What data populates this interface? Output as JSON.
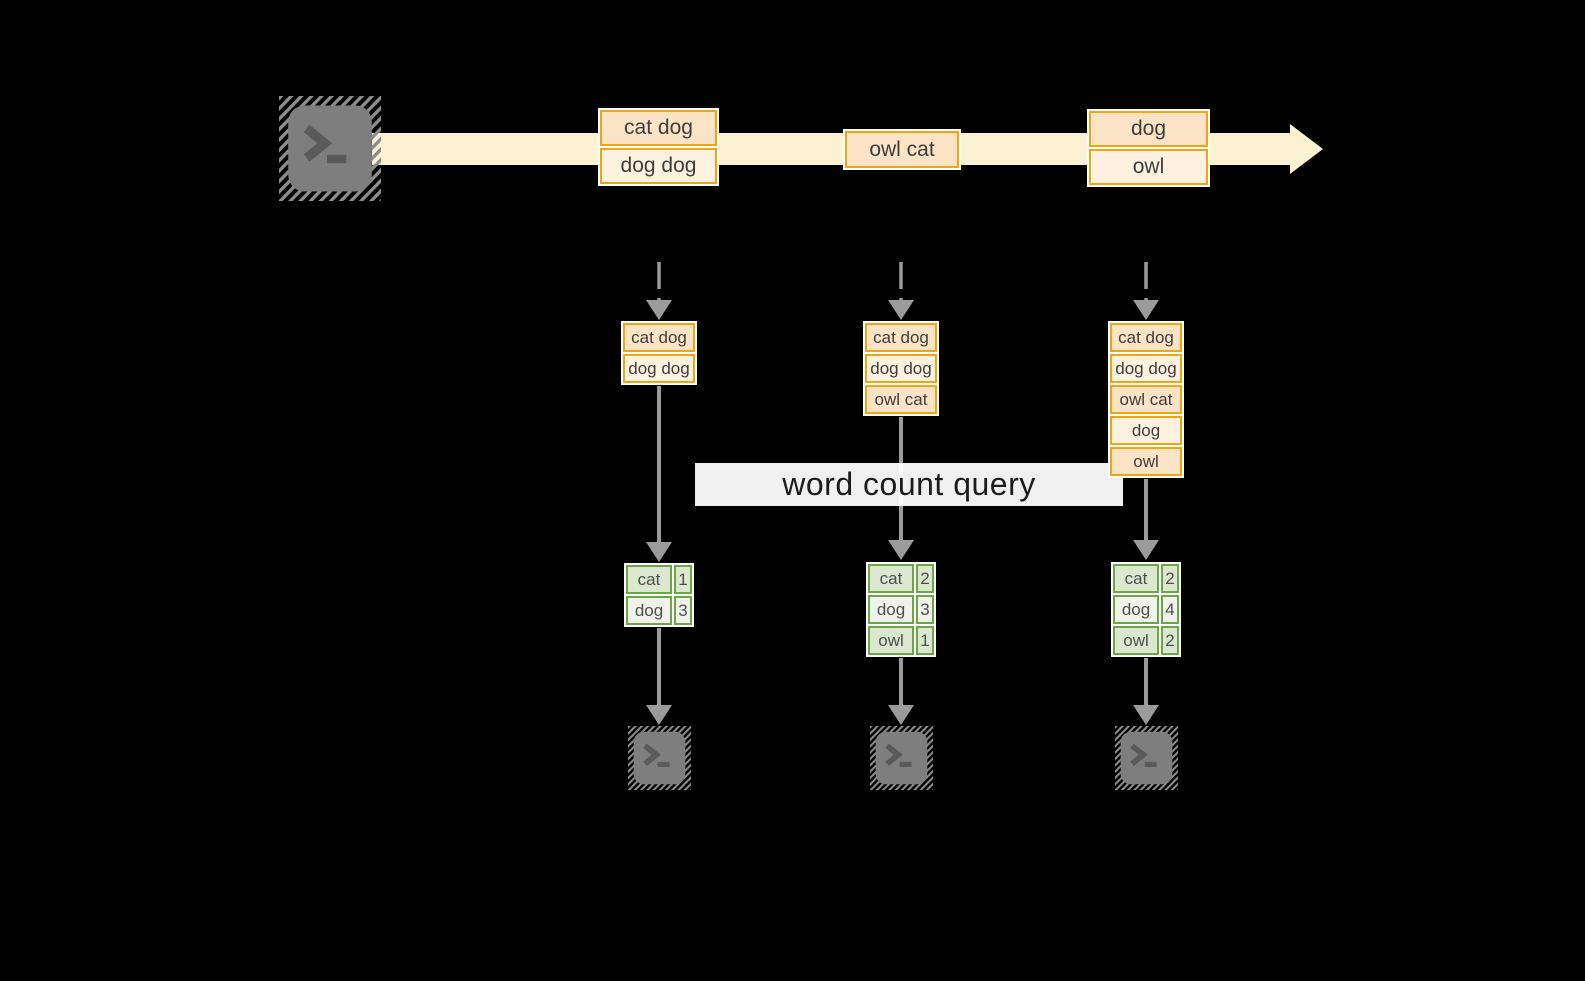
{
  "query": {
    "label": "word count query"
  },
  "timeline": {
    "batches": [
      {
        "items": [
          "cat dog",
          "dog dog"
        ]
      },
      {
        "items": [
          "owl cat"
        ]
      },
      {
        "items": [
          "dog",
          "owl"
        ]
      }
    ]
  },
  "columns": [
    {
      "stack": [
        "cat dog",
        "dog dog"
      ],
      "result": [
        {
          "word": "cat",
          "count": "1"
        },
        {
          "word": "dog",
          "count": "3"
        }
      ]
    },
    {
      "stack": [
        "cat dog",
        "dog dog",
        "owl cat"
      ],
      "result": [
        {
          "word": "cat",
          "count": "2"
        },
        {
          "word": "dog",
          "count": "3"
        },
        {
          "word": "owl",
          "count": "1"
        }
      ]
    },
    {
      "stack": [
        "cat dog",
        "dog dog",
        "owl cat",
        "dog",
        "owl"
      ],
      "result": [
        {
          "word": "cat",
          "count": "2"
        },
        {
          "word": "dog",
          "count": "4"
        },
        {
          "word": "owl",
          "count": "2"
        }
      ]
    }
  ],
  "icons": {
    "source": "terminal-icon",
    "sinks": [
      "terminal-icon",
      "terminal-icon",
      "terminal-icon"
    ]
  },
  "colors": {
    "background": "#000000",
    "timeline_arrow": "#faf2d0",
    "record_border": "#f1a512",
    "record_fill_peach": "#fbe3c5",
    "record_fill_cream": "#fdf2e0",
    "table_border": "#6ca746",
    "table_fill_dark": "#dce7d0",
    "table_fill_light": "#eff3ea",
    "flow_arrow": "#9b9b9b",
    "terminal_gray": "#7e7e7e"
  }
}
